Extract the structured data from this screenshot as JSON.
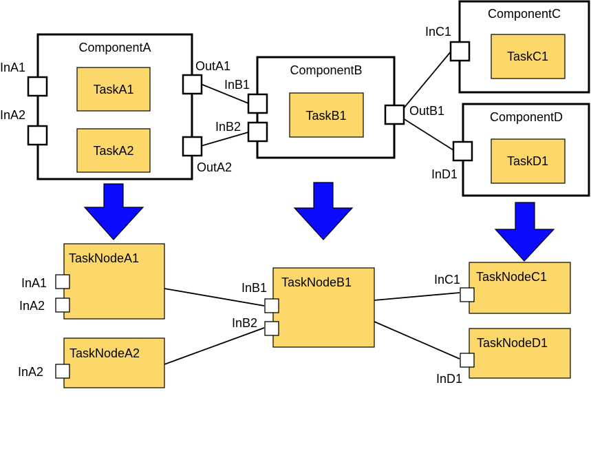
{
  "components": {
    "a": {
      "title": "ComponentA",
      "task1": "TaskA1",
      "task2": "TaskA2",
      "in1": "InA1",
      "in2": "InA2",
      "out1": "OutA1",
      "out2": "OutA2"
    },
    "b": {
      "title": "ComponentB",
      "task1": "TaskB1",
      "in1": "InB1",
      "in2": "InB2",
      "out1": "OutB1"
    },
    "c": {
      "title": "ComponentC",
      "task1": "TaskC1",
      "in1": "InC1"
    },
    "d": {
      "title": "ComponentD",
      "task1": "TaskD1",
      "in1": "InD1"
    }
  },
  "task_nodes": {
    "a1": {
      "title": "TaskNodeA1",
      "in1": "InA1",
      "in2": "InA2"
    },
    "a2": {
      "title": "TaskNodeA2",
      "in1": "InA2"
    },
    "b1": {
      "title": "TaskNodeB1",
      "in1": "InB1",
      "in2": "InB2"
    },
    "c1": {
      "title": "TaskNodeC1",
      "in1": "InC1"
    },
    "d1": {
      "title": "TaskNodeD1",
      "in1": "InD1"
    }
  },
  "colors": {
    "task_fill": "#fcd86b",
    "arrow_fill": "#0a0aff",
    "outline": "#000000"
  }
}
